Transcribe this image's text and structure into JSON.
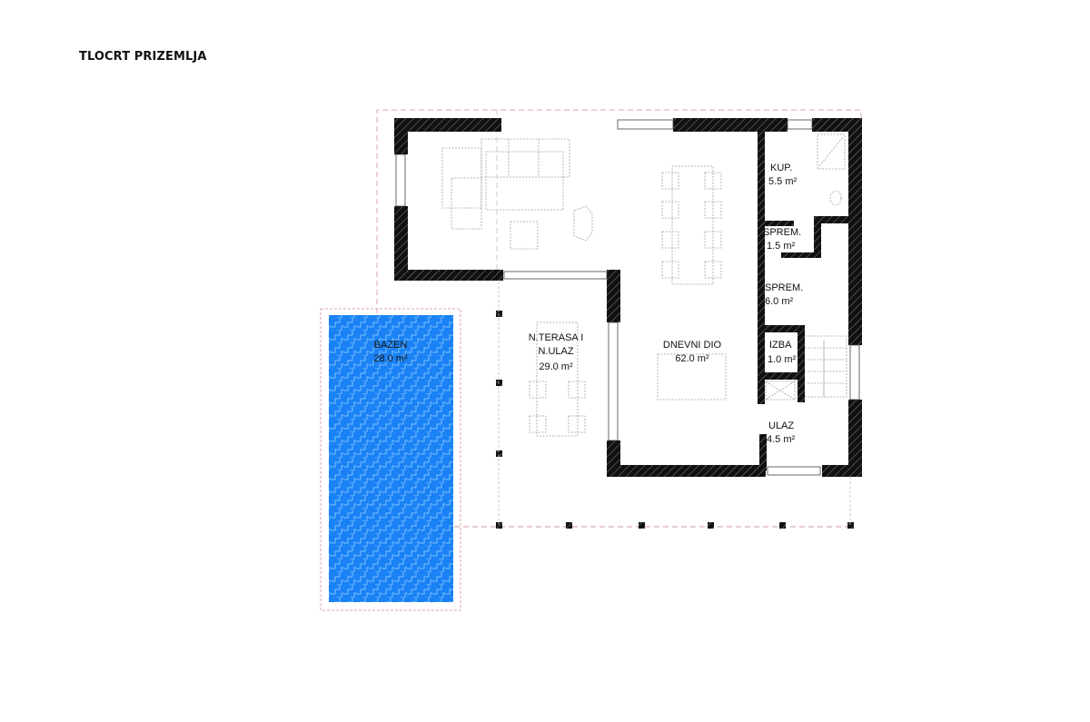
{
  "title": "TLOCRT PRIZEMLJA",
  "colors": {
    "wall": "#111111",
    "pool": "#1a82f5",
    "pool_pattern": "#7cc0ff",
    "dashed_outline": "#d8a8a8",
    "furniture": "#9a9a9a"
  },
  "rooms": [
    {
      "id": "bazen",
      "name": "BAZEN",
      "area": "28.0 m²"
    },
    {
      "id": "terasa",
      "name": "N.TERASA I",
      "name2": "N.ULAZ",
      "area": "29.0 m²"
    },
    {
      "id": "dnevni",
      "name": "DNEVNI DIO",
      "area": "62.0 m²"
    },
    {
      "id": "kup",
      "name": "KUP.",
      "area": "5.5 m²"
    },
    {
      "id": "sprem1",
      "name": "SPREM.",
      "area": "1.5 m²"
    },
    {
      "id": "sprem2",
      "name": "SPREM.",
      "area": "6.0 m²"
    },
    {
      "id": "izba",
      "name": "IZBA",
      "area": "1.0 m²"
    },
    {
      "id": "ulaz",
      "name": "ULAZ",
      "area": "4.5 m²"
    }
  ]
}
